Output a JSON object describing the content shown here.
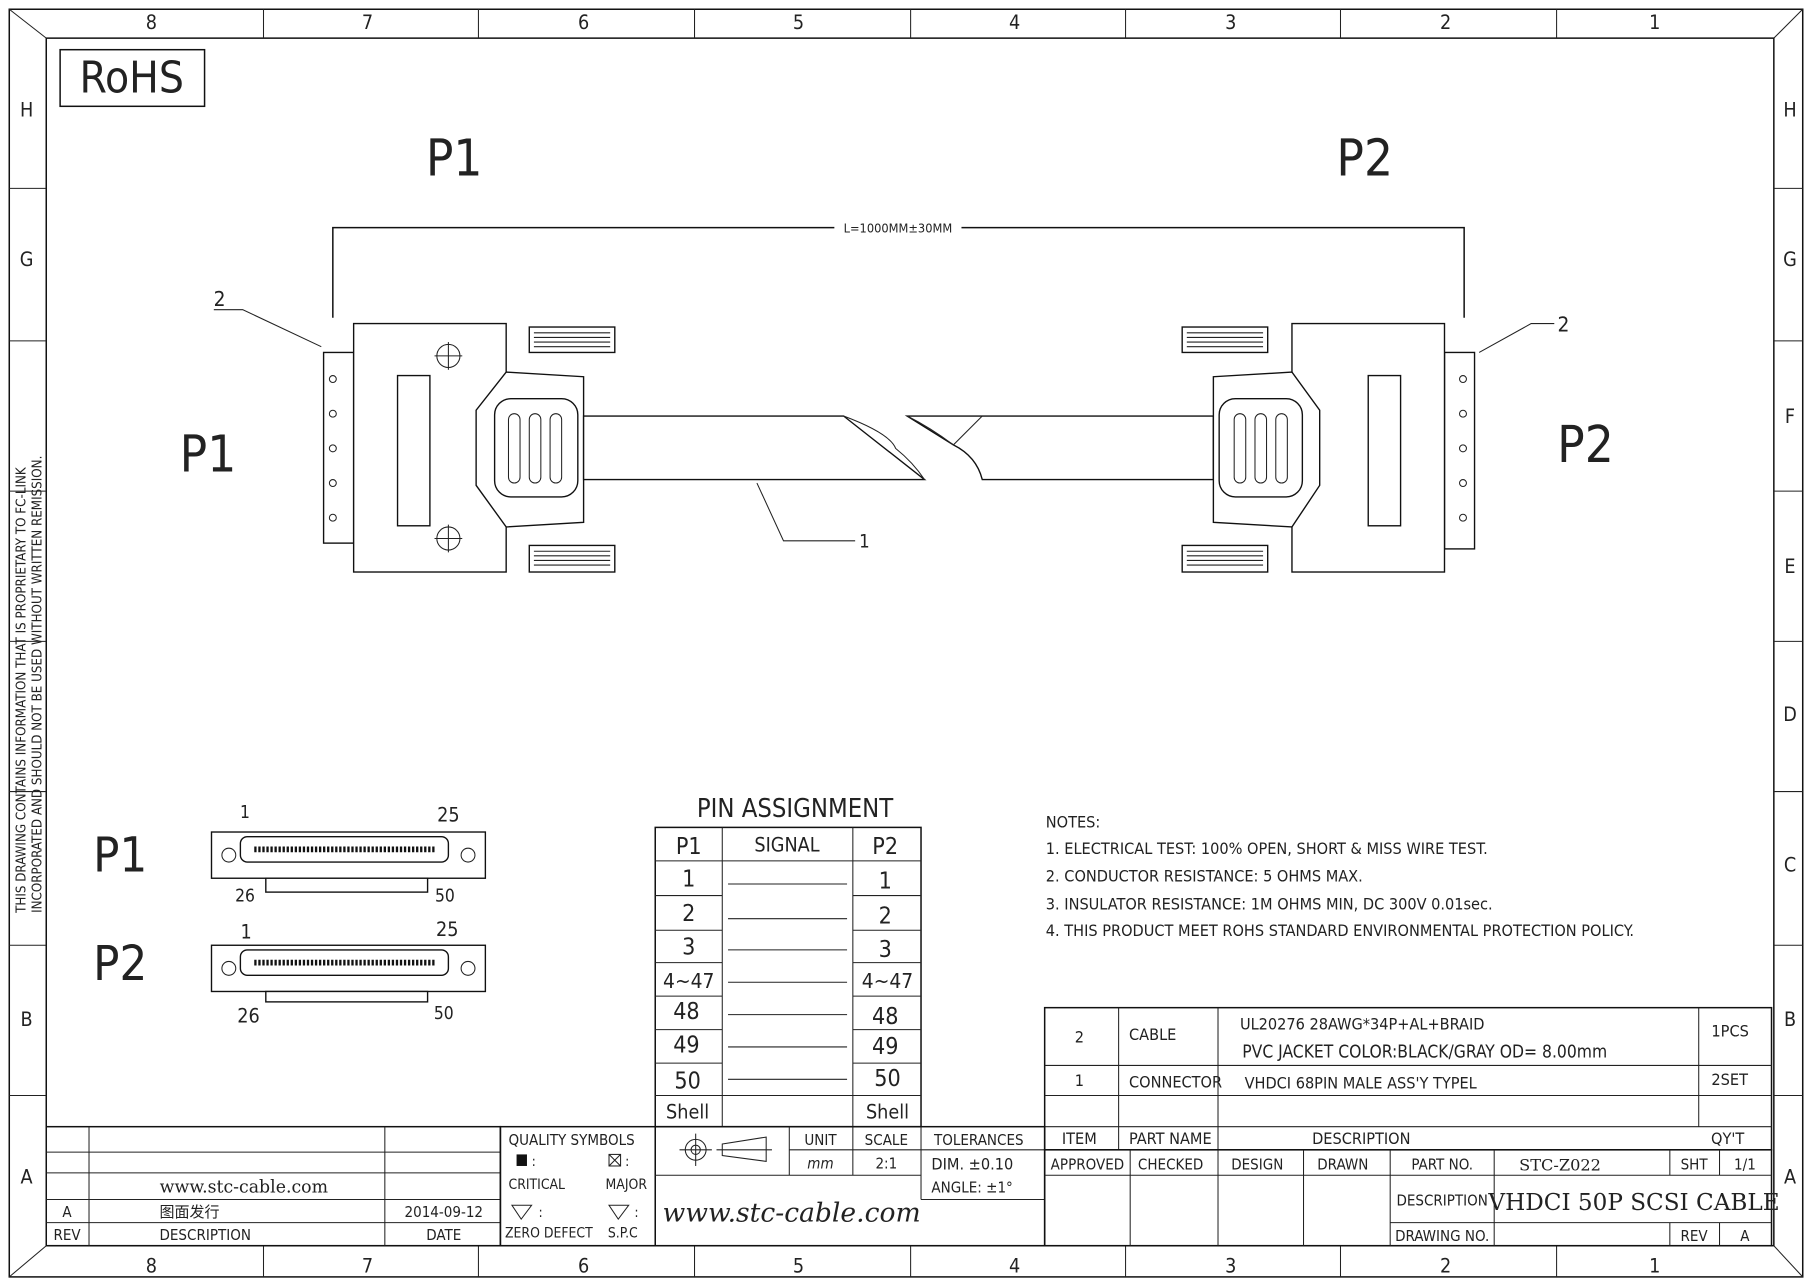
{
  "border": {
    "columns": [
      "8",
      "7",
      "6",
      "5",
      "4",
      "3",
      "2",
      "1"
    ],
    "rows": [
      "H",
      "G",
      "F",
      "E",
      "D",
      "C",
      "B",
      "A"
    ]
  },
  "rohs": "RoHS",
  "side_notice": [
    "THIS DRAWING CONTAINS INFORMATION THAT IS PROPRIETARY TO FC-LINK",
    "INCORPORATED AND SHOULD NOT BE USED WITHOUT WRITTEN REMISSION."
  ],
  "drawing": {
    "p1_top": "P1",
    "p2_top": "P2",
    "p1_side": "P1",
    "p2_side": "P2",
    "length": "L=1000MM±30MM",
    "callout_left": "2",
    "callout_right": "2",
    "callout_cable": "1"
  },
  "face_views": {
    "p1": {
      "label": "P1",
      "pin_tl": "1",
      "pin_tr": "25",
      "pin_bl": "26",
      "pin_br": "50"
    },
    "p2": {
      "label": "P2",
      "pin_tl": "1",
      "pin_tr": "25",
      "pin_bl": "26",
      "pin_br": "50"
    }
  },
  "pin_assignment": {
    "title": "PIN ASSIGNMENT",
    "headers": [
      "P1",
      "SIGNAL",
      "P2"
    ],
    "rows": [
      {
        "p1": "1",
        "p2": "1"
      },
      {
        "p1": "2",
        "p2": "2"
      },
      {
        "p1": "3",
        "p2": "3"
      },
      {
        "p1": "4~47",
        "p2": "4~47"
      },
      {
        "p1": "48",
        "p2": "48"
      },
      {
        "p1": "49",
        "p2": "49"
      },
      {
        "p1": "50",
        "p2": "50"
      },
      {
        "p1": "Shell",
        "p2": "Shell"
      }
    ]
  },
  "notes": {
    "title": "NOTES:",
    "items": [
      "1. ELECTRICAL TEST: 100%  OPEN, SHORT & MISS WIRE TEST.",
      "2. CONDUCTOR RESISTANCE: 5 OHMS MAX.",
      "3. INSULATOR RESISTANCE: 1M OHMS MIN, DC 300V 0.01sec.",
      "4. THIS PRODUCT MEET ROHS STANDARD ENVIRONMENTAL PROTECTION POLICY."
    ]
  },
  "bom": {
    "rows": [
      {
        "item": "2",
        "part": "CABLE",
        "desc1": "UL20276  28AWG*34P+AL+BRAID",
        "desc2": "PVC  JACKET  COLOR:BLACK/GRAY  OD=  8.00mm",
        "qty": "1PCS"
      },
      {
        "item": "1",
        "part": "CONNECTOR",
        "desc1": "VHDCI 68PIN MALE ASS'Y TYPEL",
        "qty": "2SET"
      }
    ],
    "headers": {
      "item": "ITEM",
      "part": "PART NAME",
      "desc": "DESCRIPTION",
      "qty": "QY'T"
    }
  },
  "revision": {
    "website": "www.stc-cable.com",
    "rev": "A",
    "description": "图面发行",
    "date": "2014-09-12",
    "h_rev": "REV",
    "h_desc": "DESCRIPTION",
    "h_date": "DATE"
  },
  "quality": {
    "title": "QUALITY  SYMBOLS",
    "critical": "CRITICAL",
    "major": "MAJOR",
    "zero_defect": "ZERO  DEFECT",
    "spc": "S.P.C",
    "colon": ":"
  },
  "projection": {
    "unit_label": "UNIT",
    "unit": "mm",
    "scale_label": "SCALE",
    "scale": "2:1"
  },
  "tolerances": {
    "title": "TOLERANCES",
    "dim": "DIM.  ±0.10",
    "angle": "ANGLE:  ±1°"
  },
  "website_large": "www.stc-cable.com",
  "title_block": {
    "approved": "APPROVED",
    "checked": "CHECKED",
    "design": "DESIGN",
    "drawn": "DRAWN",
    "part_no_label": "PART NO.",
    "part_no": "STC-Z022",
    "sht_label": "SHT",
    "sht": "1/1",
    "description_label": "DESCRIPTION",
    "description": "VHDCI 50P SCSI CABLE",
    "drawing_no_label": "DRAWING NO.",
    "rev_label": "REV",
    "rev": "A"
  }
}
